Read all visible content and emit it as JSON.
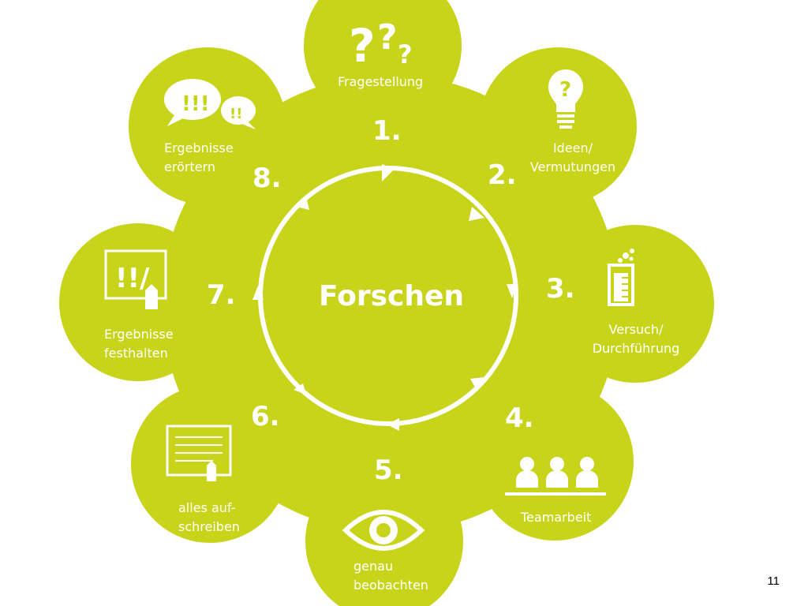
{
  "colors": {
    "primary": "#c8d41a",
    "foreground": "#ffffff"
  },
  "center_label": "Forschen",
  "steps": [
    {
      "number": "1.",
      "label": "Fragestellung",
      "icon": "question-marks-icon"
    },
    {
      "number": "2.",
      "label": "Ideen/\nVermutungen",
      "icon": "lightbulb-question-icon"
    },
    {
      "number": "3.",
      "label": "Versuch/\nDurchführung",
      "icon": "beaker-icon"
    },
    {
      "number": "4.",
      "label": "Teamarbeit",
      "icon": "team-icon"
    },
    {
      "number": "5.",
      "label": "genau\nbeobachten",
      "icon": "eye-icon"
    },
    {
      "number": "6.",
      "label": "alles auf-\nschreiben",
      "icon": "writing-notes-icon"
    },
    {
      "number": "7.",
      "label": "Ergebnisse\nfesthalten",
      "icon": "board-exclamation-icon"
    },
    {
      "number": "8.",
      "label": "Ergebnisse\nerörtern",
      "icon": "speech-bubbles-icon"
    }
  ],
  "page_number": "11"
}
